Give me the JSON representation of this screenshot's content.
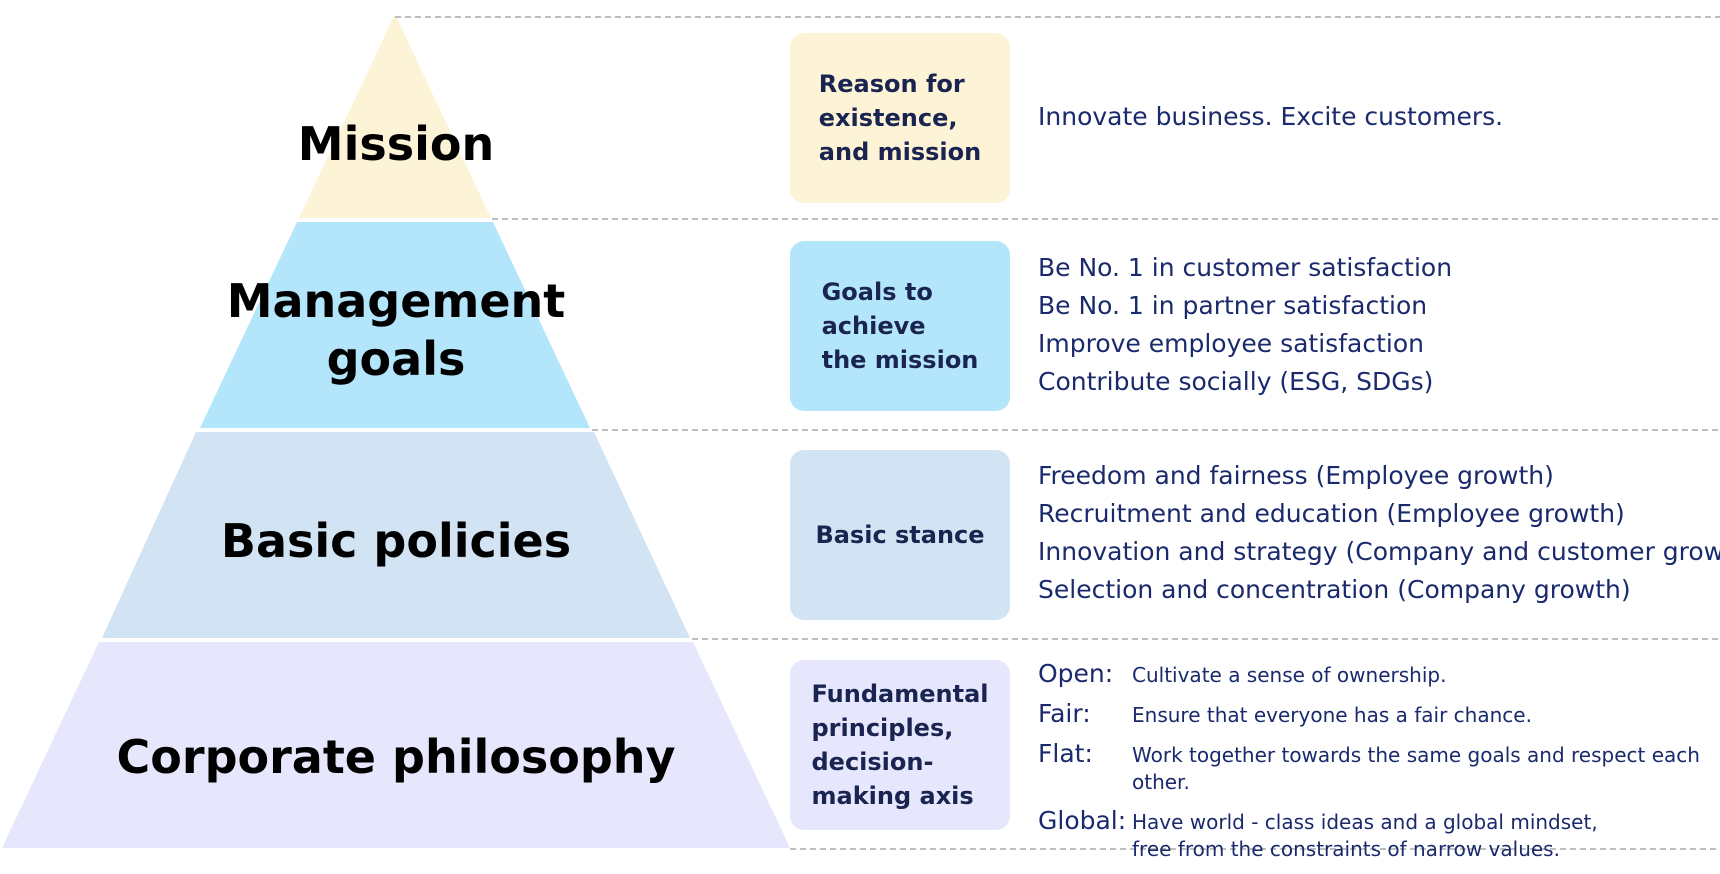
{
  "colors": {
    "mission": "#fdf3d6",
    "management": "#b3e6fb",
    "policies": "#d2e3f3",
    "philosophy": "#e6e6fc",
    "divider": "#aaaaaa",
    "text_dark": "#1a2a6c"
  },
  "tiers": [
    {
      "title": "Mission",
      "label": "Reason for\nexistence,\nand mission",
      "items": [
        "Innovate business. Excite customers."
      ]
    },
    {
      "title": "Management\ngoals",
      "label": "Goals to\nachieve\nthe mission",
      "items": [
        "Be No. 1 in customer satisfaction",
        "Be No. 1 in partner satisfaction",
        "Improve employee satisfaction",
        "Contribute socially (ESG, SDGs)"
      ]
    },
    {
      "title": "Basic policies",
      "label": "Basic stance",
      "items": [
        "Freedom and fairness (Employee growth)",
        "Recruitment and education (Employee growth)",
        "Innovation and strategy (Company and customer growth)",
        "Selection and concentration (Company growth)"
      ]
    },
    {
      "title": "Corporate philosophy",
      "label": "Fundamental\nprinciples,\ndecision-\nmaking axis",
      "principles": [
        {
          "key": "Open:",
          "value": "Cultivate a sense of ownership."
        },
        {
          "key": "Fair:",
          "value": "Ensure that everyone has a fair chance."
        },
        {
          "key": "Flat:",
          "value": "Work together towards the same goals and respect each other."
        },
        {
          "key": "Global:",
          "value": "Have world   - class ideas and a global mindset,\nfree from the constraints of narrow values."
        }
      ]
    }
  ]
}
